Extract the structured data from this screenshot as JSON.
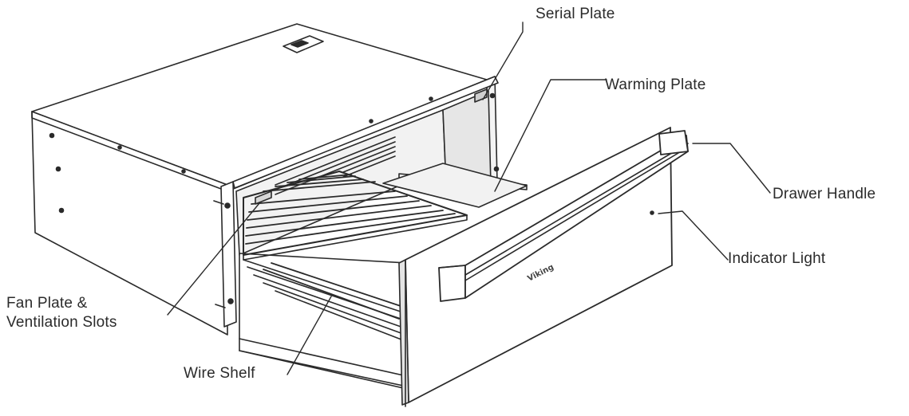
{
  "callouts": {
    "serial_plate": "Serial Plate",
    "warming_plate": "Warming Plate",
    "drawer_handle": "Drawer Handle",
    "indicator_light": "Indicator Light",
    "fan_plate_line1": "Fan Plate &",
    "fan_plate_line2": "Ventilation Slots",
    "wire_shelf": "Wire Shelf"
  },
  "drawer_badge": "Viking",
  "colors": {
    "line": "#2a2a2a",
    "fill": "#ffffff",
    "shade": "#e9e9e9",
    "shade_dark": "#d6d6d6",
    "text": "#2b2b2b"
  }
}
